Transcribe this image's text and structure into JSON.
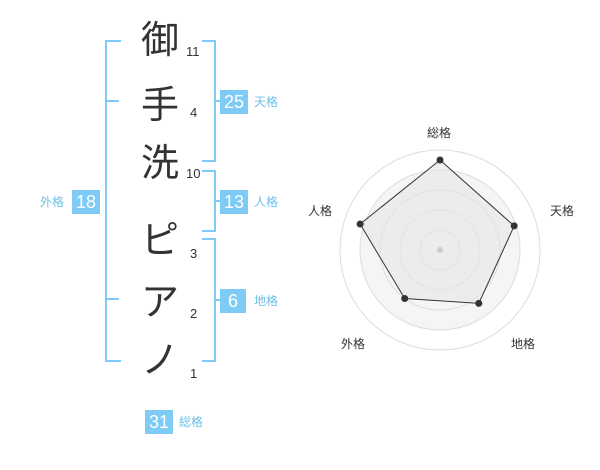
{
  "name": {
    "chars": [
      {
        "char": "御",
        "strokes": "11"
      },
      {
        "char": "手",
        "strokes": "4"
      },
      {
        "char": "洗",
        "strokes": "10"
      },
      {
        "char": "ピ",
        "strokes": "3"
      },
      {
        "char": "ア",
        "strokes": "2"
      },
      {
        "char": "ノ",
        "strokes": "1"
      }
    ]
  },
  "kaku": {
    "tenkaku": {
      "value": "25",
      "label": "天格"
    },
    "jinkaku": {
      "value": "13",
      "label": "人格"
    },
    "chikaku": {
      "value": "6",
      "label": "地格"
    },
    "gaikaku": {
      "value": "18",
      "label": "外格"
    },
    "soukaku": {
      "value": "31",
      "label": "総格"
    }
  },
  "radar": {
    "axes": [
      "総格",
      "天格",
      "地格",
      "外格",
      "人格"
    ],
    "values": [
      0.9,
      0.78,
      0.66,
      0.6,
      0.84
    ],
    "colors": {
      "stroke": "#333333",
      "fill": "#f0f0f0",
      "ring": "#dddddd",
      "center": "#cccccc"
    }
  },
  "colors": {
    "accent": "#7ecbf5",
    "label": "#6cbfe8"
  }
}
